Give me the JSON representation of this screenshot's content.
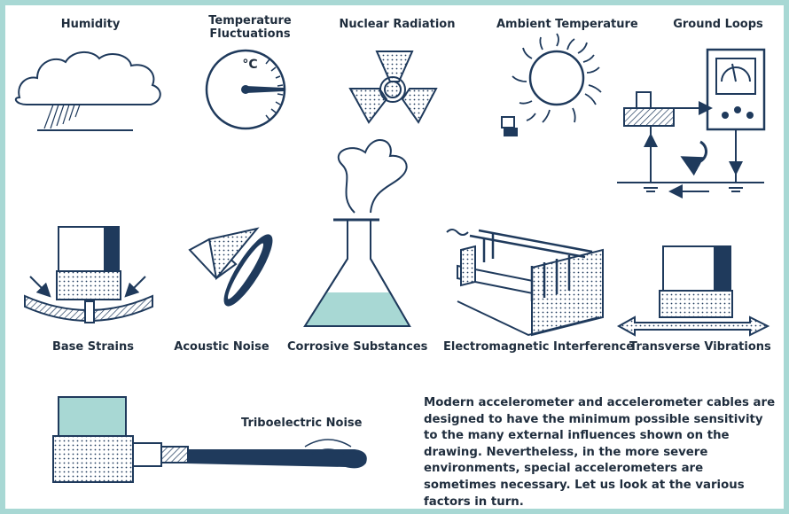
{
  "labels": {
    "humidity": "Humidity",
    "temperature_fluctuations": "Temperature\nFluctuations",
    "nuclear_radiation": "Nuclear Radiation",
    "ambient_temperature": "Ambient Temperature",
    "ground_loops": "Ground Loops",
    "base_strains": "Base Strains",
    "acoustic_noise": "Acoustic Noise",
    "corrosive_substances": "Corrosive Substances",
    "electromagnetic_interference": "Electromagnetic Interference",
    "transverse_vibrations": "Transverse Vibrations",
    "triboelectric_noise": "Triboelectric Noise"
  },
  "thermometer_unit": "°C",
  "description": "Modern accelerometer and accelerometer cables are designed to have the minimum possible sensitivity to the many external influences shown on the drawing. Nevertheless, in the more severe environments, special accelerometers are sometimes necessary. Let us look at the various factors in turn.",
  "colors": {
    "navy": "#1f3a5c",
    "teal": "#a8d8d4",
    "text": "#1f2d3d"
  }
}
